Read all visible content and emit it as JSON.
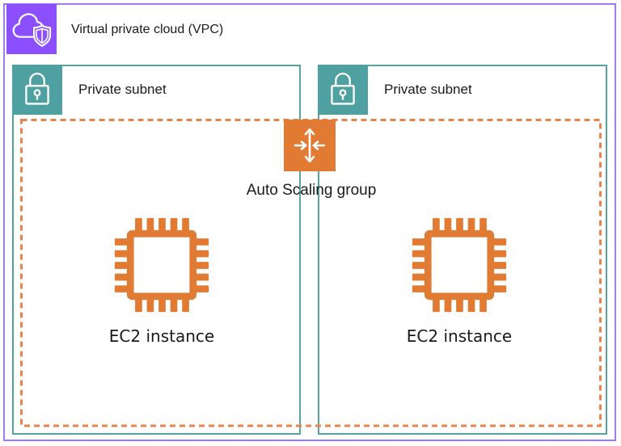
{
  "vpc": {
    "label": "Virtual private cloud (VPC)"
  },
  "subnets": [
    {
      "label": "Private subnet"
    },
    {
      "label": "Private subnet"
    }
  ],
  "asg": {
    "label": "Auto Scaling group"
  },
  "instances": [
    {
      "label": "EC2 instance"
    },
    {
      "label": "EC2 instance"
    }
  ],
  "colors": {
    "vpc_purple": "#8C4FFF",
    "vpc_border": "#9D7BEA",
    "subnet_teal": "#4FA0A0",
    "subnet_border": "#55A3A3",
    "icon_orange": "#E17B34",
    "dash_orange": "#E8834C",
    "text": "#1A1A1A"
  }
}
